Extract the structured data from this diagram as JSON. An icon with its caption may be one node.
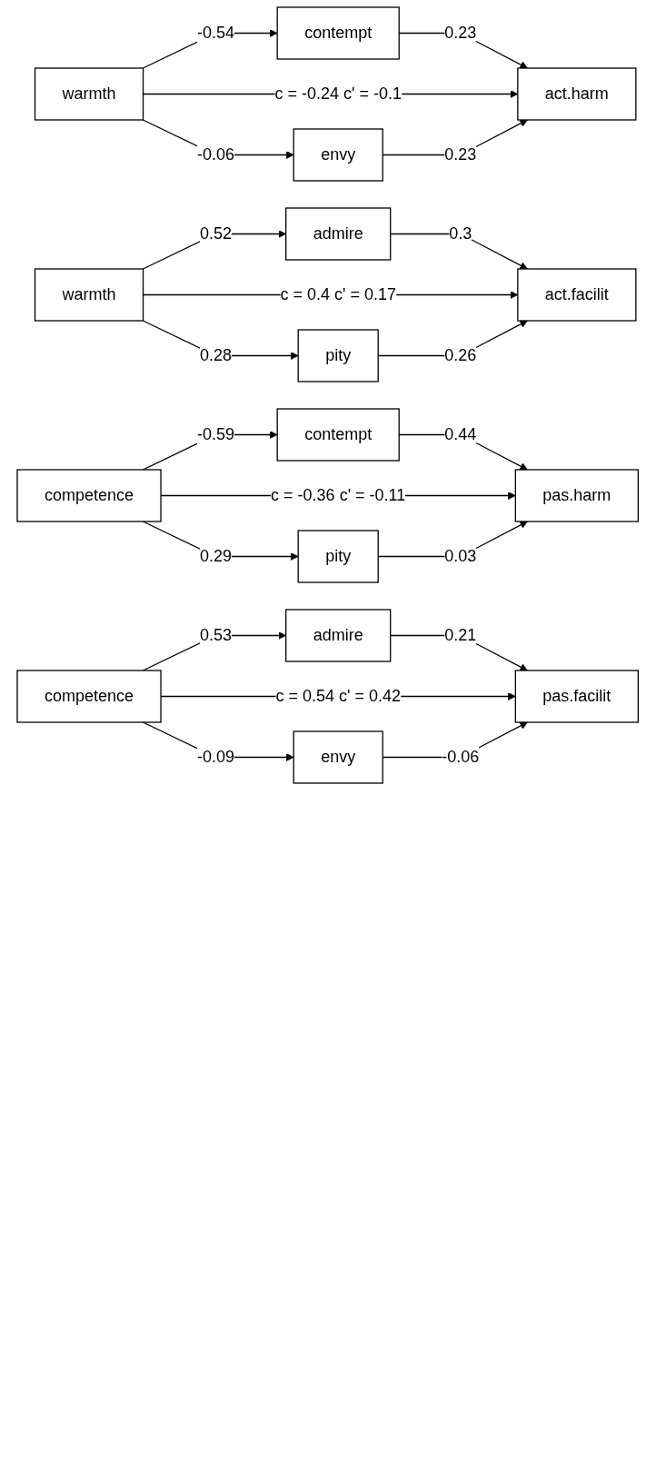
{
  "diagram": {
    "nodes": [
      {
        "text": [
          "contempt"
        ]
      },
      {
        "text": [
          "warmth"
        ]
      },
      {
        "text": [
          "act.harm"
        ]
      },
      {
        "text": [
          "envy"
        ]
      },
      {
        "text": [
          "admire"
        ]
      },
      {
        "text": [
          "warmth"
        ]
      },
      {
        "text": [
          "act.facilit"
        ]
      },
      {
        "text": [
          "pity"
        ]
      },
      {
        "text": [
          "contempt"
        ]
      },
      {
        "text": [
          "competence"
        ]
      },
      {
        "text": [
          "pas.harm"
        ]
      },
      {
        "text": [
          "pity"
        ]
      },
      {
        "text": [
          "admire"
        ]
      },
      {
        "text": [
          "competence"
        ]
      },
      {
        "text": [
          "pas.facilit"
        ]
      },
      {
        "text": [
          "envy"
        ]
      }
    ],
    "edges": [
      {
        "from": 1,
        "to": 0,
        "arrow": "to",
        "label": "-0.54"
      },
      {
        "from": 0,
        "to": 2,
        "arrow": "to",
        "label": "0.23"
      },
      {
        "from": 1,
        "to": 2,
        "arrow": "to",
        "label": "c = -0.24 c' = -0.1"
      },
      {
        "from": 1,
        "to": 3,
        "arrow": "to",
        "label": "-0.06"
      },
      {
        "from": 3,
        "to": 2,
        "arrow": "to",
        "label": "0.23"
      },
      {
        "from": 5,
        "to": 4,
        "arrow": "to",
        "label": "0.52"
      },
      {
        "from": 4,
        "to": 6,
        "arrow": "to",
        "label": "0.3"
      },
      {
        "from": 5,
        "to": 6,
        "arrow": "to",
        "label": "c = 0.4 c' = 0.17"
      },
      {
        "from": 5,
        "to": 7,
        "arrow": "to",
        "label": "0.28"
      },
      {
        "from": 7,
        "to": 6,
        "arrow": "to",
        "label": "0.26"
      },
      {
        "from": 9,
        "to": 8,
        "arrow": "to",
        "label": "-0.59"
      },
      {
        "from": 8,
        "to": 10,
        "arrow": "to",
        "label": "0.44"
      },
      {
        "from": 9,
        "to": 10,
        "arrow": "to",
        "label": "c = -0.36 c' = -0.11"
      },
      {
        "from": 9,
        "to": 11,
        "arrow": "to",
        "label": "0.29"
      },
      {
        "from": 11,
        "to": 10,
        "arrow": "to",
        "label": "0.03"
      },
      {
        "from": 13,
        "to": 12,
        "arrow": "to",
        "label": "0.53"
      },
      {
        "from": 12,
        "to": 14,
        "arrow": "to",
        "label": "0.21"
      },
      {
        "from": 13,
        "to": 14,
        "arrow": "to",
        "label": "c = 0.54 c' = 0.42"
      },
      {
        "from": 13,
        "to": 15,
        "arrow": "to",
        "label": "-0.09"
      },
      {
        "from": 15,
        "to": 14,
        "arrow": "to",
        "label": "-0.06"
      }
    ]
  }
}
